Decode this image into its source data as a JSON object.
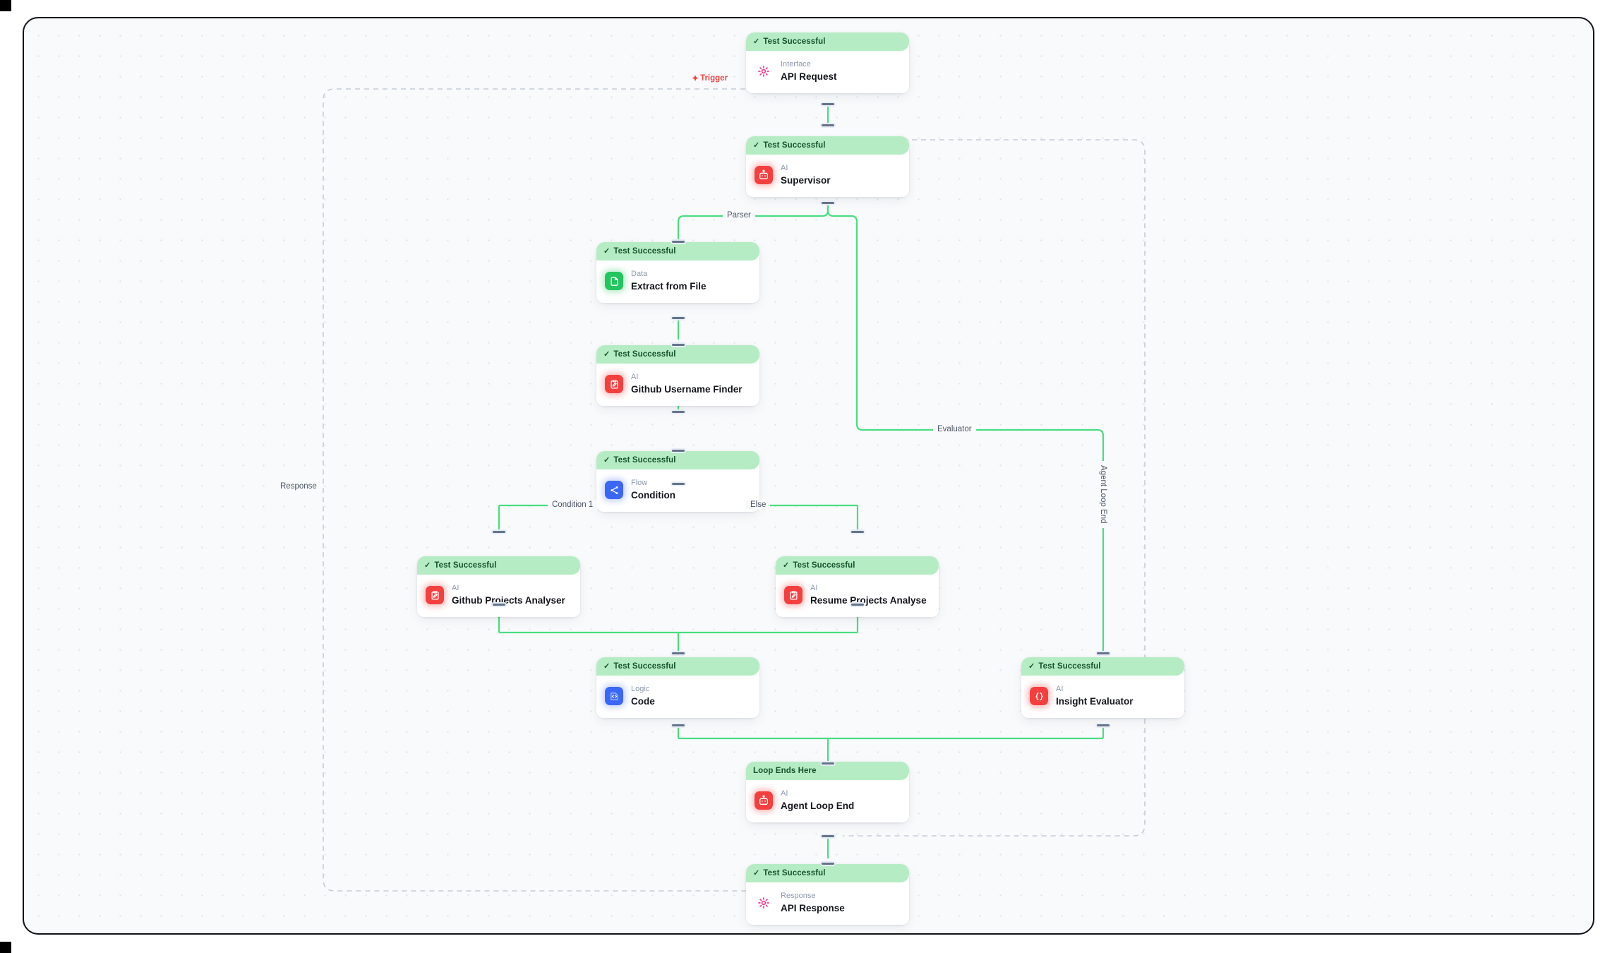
{
  "canvas": {
    "background_color": "#f8fafc",
    "border_color": "#111318",
    "grid": "dot-grid"
  },
  "status_labels": {
    "test_successful": "Test Successful",
    "loop_ends_here": "Loop Ends Here",
    "tick": "✓"
  },
  "nodes": [
    {
      "id": "api-request",
      "status": "Test Successful",
      "status_type": "success",
      "kind": "Interface",
      "title": "API Request",
      "icon": "interface-gear-icon",
      "icon_color": "#ec3a92"
    },
    {
      "id": "supervisor",
      "status": "Test Successful",
      "status_type": "success",
      "kind": "AI",
      "title": "Supervisor",
      "icon": "ai-robot-icon",
      "icon_color": "#f43f3f"
    },
    {
      "id": "extract-from-file",
      "status": "Test Successful",
      "status_type": "success",
      "kind": "Data",
      "title": "Extract from File",
      "icon": "data-document-icon",
      "icon_color": "#22c55e"
    },
    {
      "id": "github-username-finder",
      "status": "Test Successful",
      "status_type": "success",
      "kind": "AI",
      "title": "Github Username Finder",
      "icon": "ai-clipboard-pencil-icon",
      "icon_color": "#f43f3f"
    },
    {
      "id": "condition",
      "status": "Test Successful",
      "status_type": "success",
      "kind": "Flow",
      "title": "Condition",
      "icon": "flow-branch-icon",
      "icon_color": "#3b67f6"
    },
    {
      "id": "github-projects-analyser",
      "status": "Test Successful",
      "status_type": "success",
      "kind": "AI",
      "title": "Github Projects Analyser",
      "icon": "ai-clipboard-pencil-icon",
      "icon_color": "#f43f3f"
    },
    {
      "id": "resume-projects-analyse",
      "status": "Test Successful",
      "status_type": "success",
      "kind": "AI",
      "title": "Resume Projects Analyse",
      "icon": "ai-clipboard-pencil-icon",
      "icon_color": "#f43f3f"
    },
    {
      "id": "code",
      "status": "Test Successful",
      "status_type": "success",
      "kind": "Logic",
      "title": "Code",
      "icon": "logic-code-icon",
      "icon_color": "#3b67f6"
    },
    {
      "id": "insight-evaluator",
      "status": "Test Successful",
      "status_type": "success",
      "kind": "AI",
      "title": "Insight Evaluator",
      "icon": "ai-braces-icon",
      "icon_color": "#f43f3f"
    },
    {
      "id": "agent-loop-end",
      "status": "Loop Ends Here",
      "status_type": "loop-end",
      "kind": "AI",
      "title": "Agent Loop End",
      "icon": "ai-robot-icon",
      "icon_color": "#f43f3f"
    },
    {
      "id": "api-response",
      "status": "Test Successful",
      "status_type": "success",
      "kind": "Response",
      "title": "API Response",
      "icon": "response-gear-icon",
      "icon_color": "#ec3a92"
    }
  ],
  "edge_labels": {
    "trigger": "Trigger",
    "trigger_icon": "✦",
    "parser": "Parser",
    "evaluator": "Evaluator",
    "response": "Response",
    "condition_1": "Condition 1",
    "else": "Else",
    "agent_loop_end": "Agent Loop End"
  },
  "colors": {
    "edge_green": "#4ade80",
    "status_green_bg": "#b6ecc4",
    "status_green_text": "#14532d",
    "trigger_red": "#ef4444",
    "handle": "#64748b",
    "kind_text": "#8d98ab",
    "title_text": "#14161c"
  }
}
